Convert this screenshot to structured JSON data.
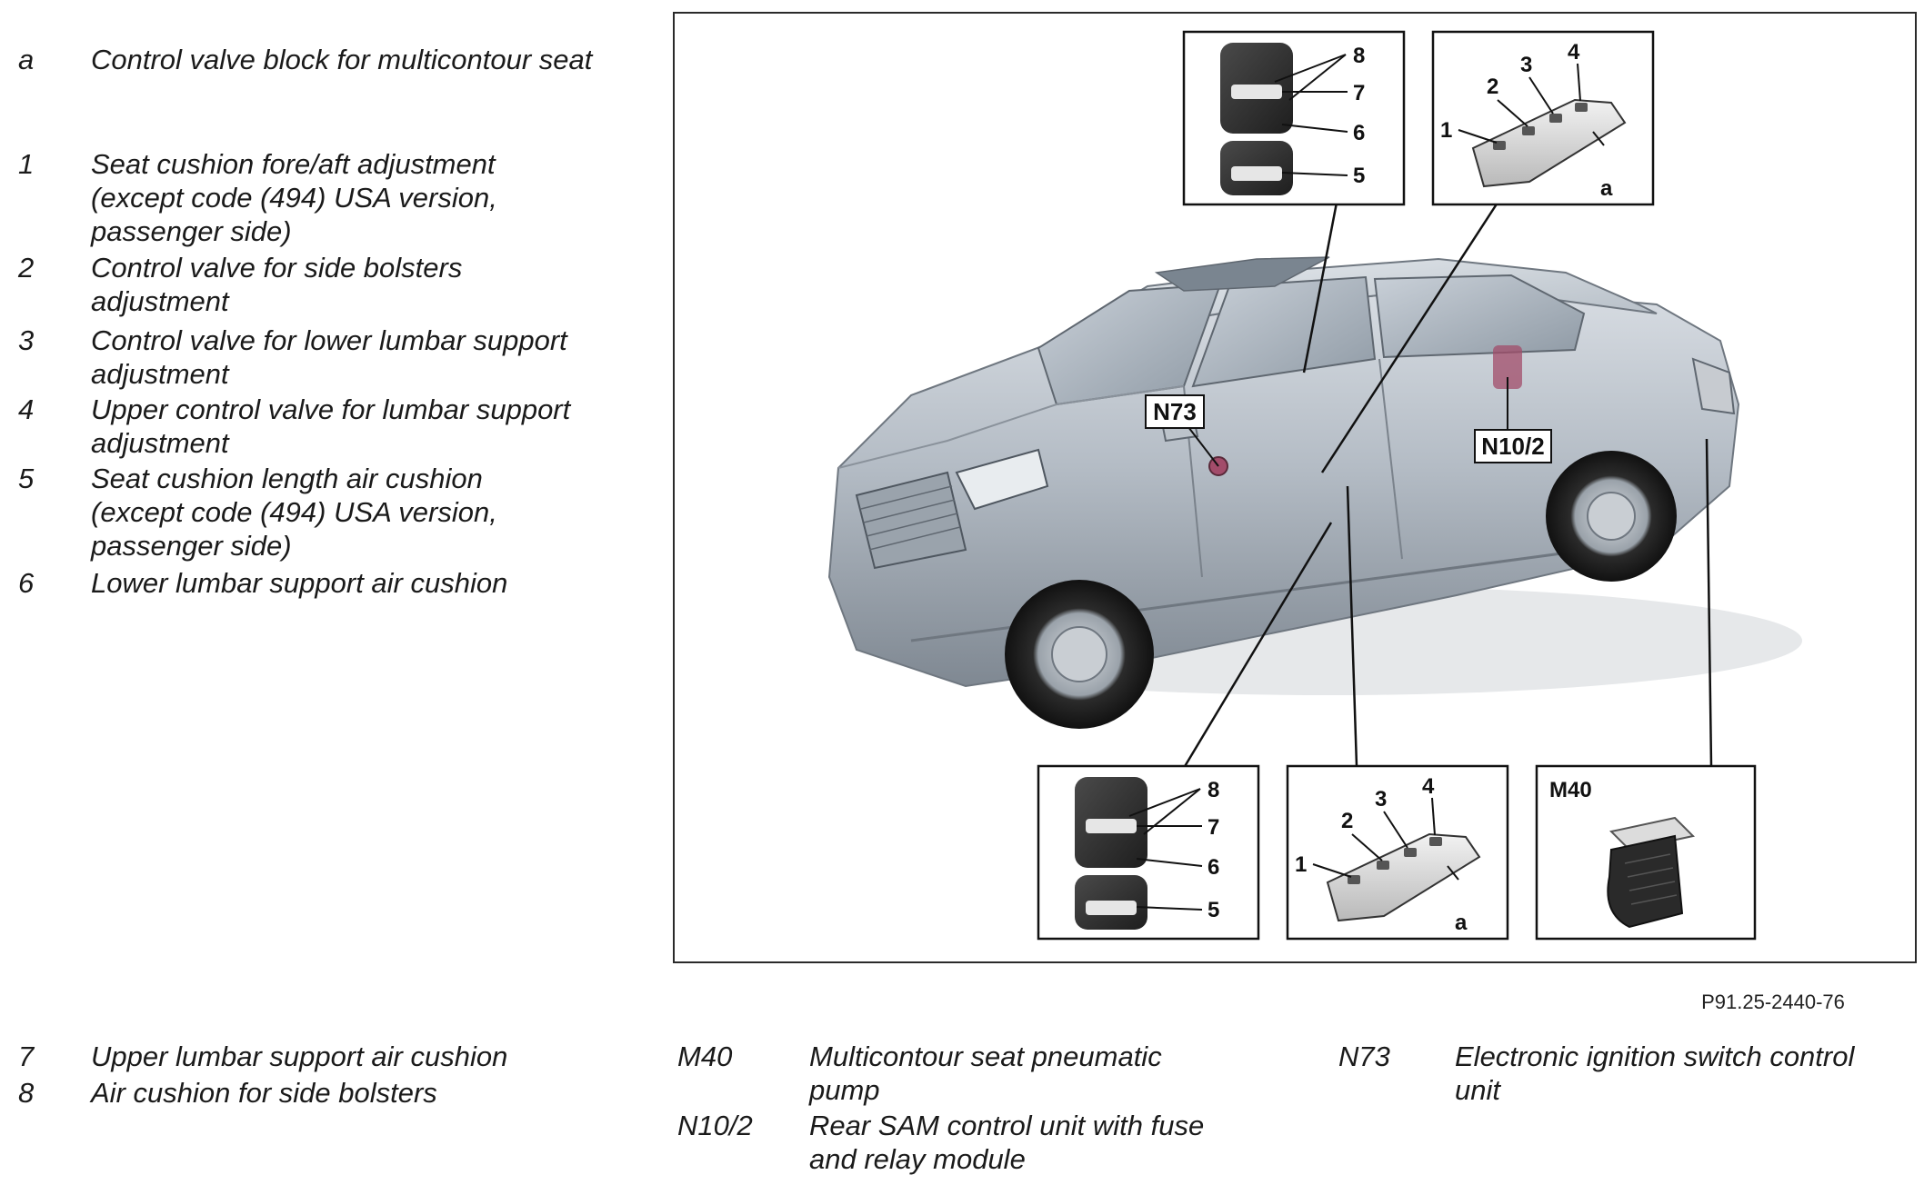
{
  "legend_top": [
    {
      "key": "a",
      "text": "Control valve block for multicontour seat"
    },
    {
      "key": "1",
      "text": "Seat cushion fore/aft adjustment (except code (494) USA version, passenger side)"
    },
    {
      "key": "2",
      "text": "Control valve for side bolsters adjustment"
    },
    {
      "key": "3",
      "text": "Control valve for lower lumbar support adjustment"
    },
    {
      "key": "4",
      "text": "Upper control valve for lumbar support adjustment"
    },
    {
      "key": "5",
      "text": "Seat cushion length air cushion (except code (494) USA version, passenger side)"
    },
    {
      "key": "6",
      "text": "Lower lumbar support air cushion"
    }
  ],
  "legend_bottom_left": [
    {
      "key": "7",
      "text": "Upper lumbar support air cushion"
    },
    {
      "key": "8",
      "text": "Air cushion for side bolsters"
    }
  ],
  "legend_bottom_mid": [
    {
      "key": "M40",
      "text": "Multicontour seat pneumatic pump"
    },
    {
      "key": "N10/2",
      "text": "Rear SAM control unit with fuse and relay module"
    }
  ],
  "legend_bottom_right": [
    {
      "key": "N73",
      "text": "Electronic ignition switch control unit"
    }
  ],
  "figure": {
    "id": "P91.25-2440-76",
    "callouts": {
      "n73": "N73",
      "n10_2": "N10/2",
      "m40": "M40"
    },
    "seat_labels": [
      "8",
      "7",
      "6",
      "5"
    ],
    "valve_labels": [
      "1",
      "2",
      "3",
      "4",
      "a"
    ]
  }
}
